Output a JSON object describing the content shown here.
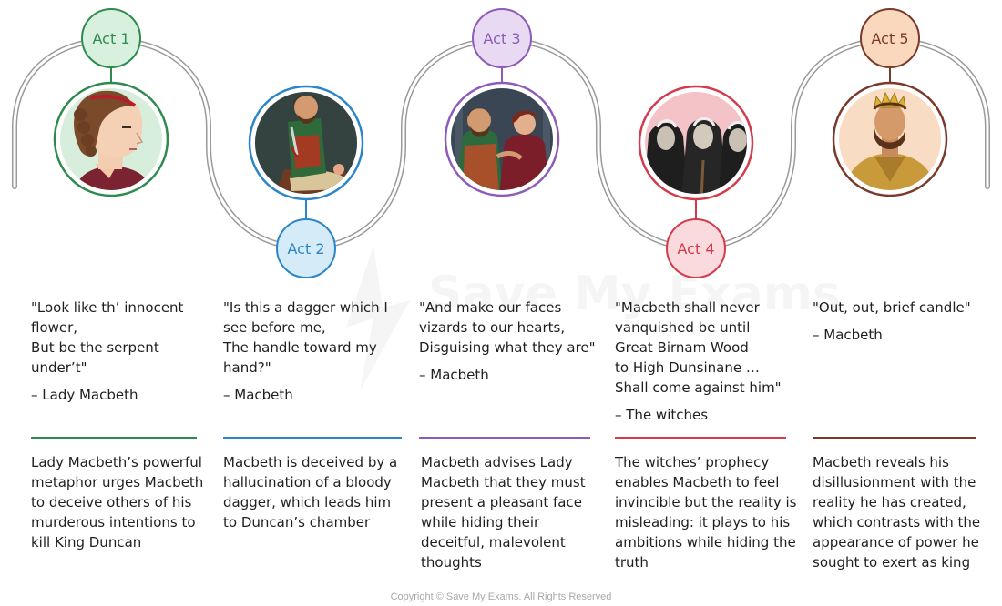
{
  "colors": {
    "act1": {
      "stroke": "#2e8b4f",
      "fill": "#d8f0de"
    },
    "act2": {
      "stroke": "#2a86c9",
      "fill": "#d6ebf8"
    },
    "act3": {
      "stroke": "#8e5bb8",
      "fill": "#e8daf2"
    },
    "act4": {
      "stroke": "#d23b4b",
      "fill": "#fadadd"
    },
    "act5": {
      "stroke": "#7a3a2a",
      "fill": "#f9d8bd"
    },
    "track": "#9a9a9a"
  },
  "acts": [
    {
      "label": "Act 1",
      "illustration": "lady-macbeth-portrait",
      "quote": "\"Look like th’ innocent flower,\nBut be the serpent under’t\"",
      "attribution": "– Lady Macbeth",
      "description": "Lady Macbeth’s powerful metaphor urges Macbeth to deceive others of his murderous intentions to kill King Duncan"
    },
    {
      "label": "Act 2",
      "illustration": "macbeth-with-dagger",
      "quote": "\"Is this a dagger which I see before me,\nThe handle toward my hand?\"",
      "attribution": "– Macbeth",
      "description": "Macbeth is deceived by a hallucination of a bloody dagger, which leads him to Duncan’s chamber"
    },
    {
      "label": "Act 3",
      "illustration": "macbeth-and-lady-macbeth",
      "quote": "\"And make our faces vizards to our hearts,\nDisguising what they are\"",
      "attribution": "– Macbeth",
      "description": "Macbeth advises Lady Macbeth that they must present a pleasant face while hiding their deceitful, malevolent thoughts"
    },
    {
      "label": "Act 4",
      "illustration": "three-witches",
      "quote": "\"Macbeth shall never vanquished be until\nGreat Birnam Wood\nto High Dunsinane …\nShall come against him\"",
      "attribution": "– The witches",
      "description": "The witches’ prophecy enables Macbeth to feel invincible but the reality is misleading: it plays to his ambitions while hiding the truth"
    },
    {
      "label": "Act 5",
      "illustration": "king-macbeth-crowned",
      "quote": "\"Out, out, brief candle\"",
      "attribution": "– Macbeth",
      "description": "Macbeth reveals his disillusionment with the reality he has created, which contrasts with the appearance of power he sought to exert as king"
    }
  ],
  "watermark": "Save My Exams",
  "copyright": "Copyright © Save My Exams. All Rights Reserved"
}
